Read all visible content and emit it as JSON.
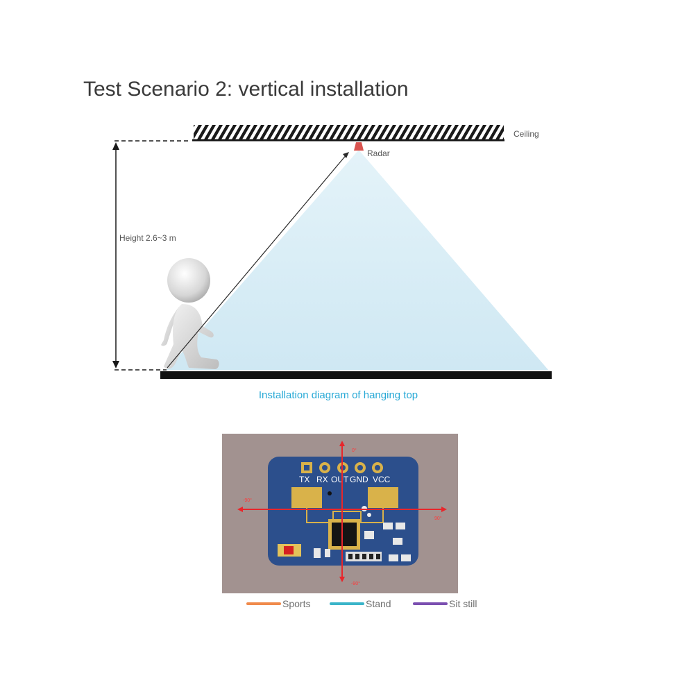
{
  "title": "Test Scenario 2: vertical installation",
  "labels": {
    "ceiling": "Ceiling",
    "radar": "Radar",
    "height": "Height 2.6~3 m"
  },
  "caption": "Installation diagram of hanging top",
  "board": {
    "pins": [
      "TX",
      "RX",
      "OUT",
      "GND",
      "VCC"
    ],
    "angles": {
      "top": "0°",
      "left": "-90°",
      "right": "90°",
      "bottom": "-90°"
    }
  },
  "legend": [
    {
      "label": "Sports",
      "color": "#f08a4b"
    },
    {
      "label": "Stand",
      "color": "#3ab4c9"
    },
    {
      "label": "Sit still",
      "color": "#7b4fb0"
    }
  ],
  "colors": {
    "beam": "#d8eef6",
    "radar": "#d9534f",
    "board": "#2c4f8c",
    "photo_bg": "#a89896",
    "crosshair": "#e8262b"
  }
}
